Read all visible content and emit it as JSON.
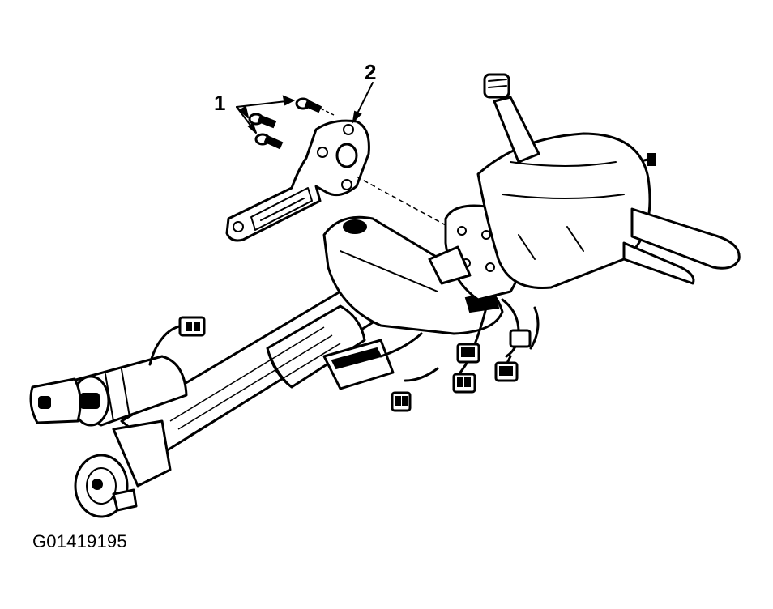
{
  "callouts": {
    "label_1": "1",
    "label_2": "2"
  },
  "figure_id": "G01419195"
}
